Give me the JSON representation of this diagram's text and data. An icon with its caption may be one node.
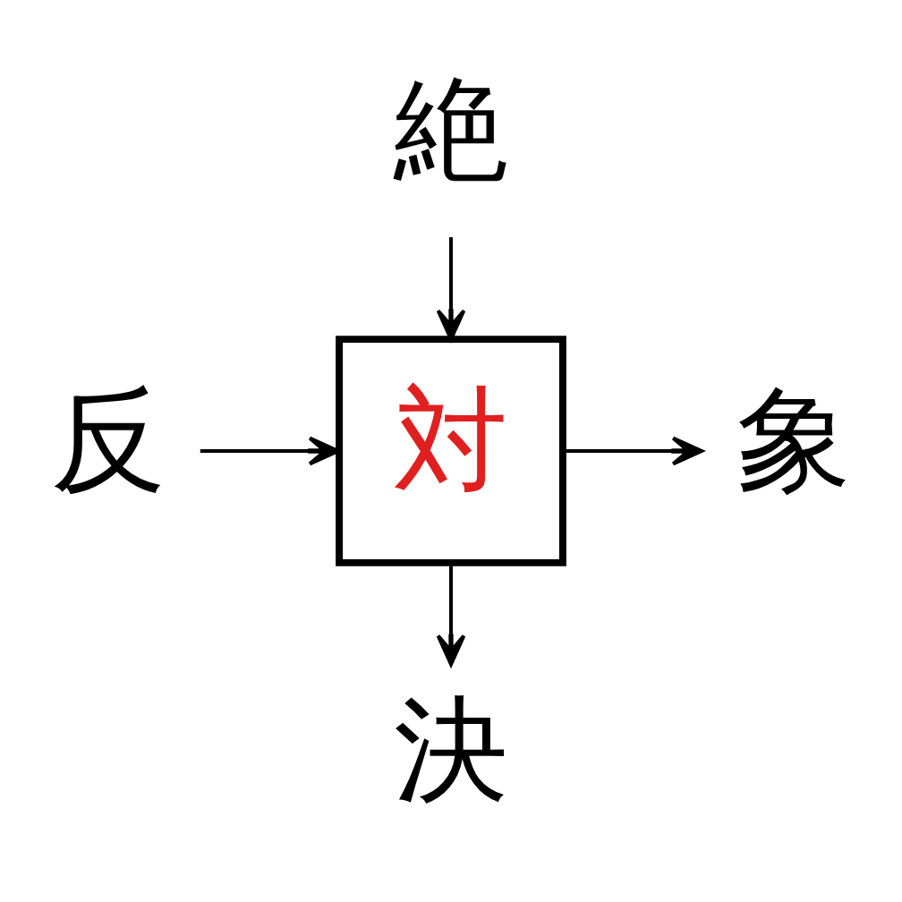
{
  "diagram": {
    "nodes": [
      {
        "text": [
          "絶"
        ]
      },
      {
        "text": [
          "反"
        ]
      },
      {
        "text": [
          "対"
        ]
      },
      {
        "text": [
          "象"
        ]
      },
      {
        "text": [
          "決"
        ]
      }
    ],
    "edges": [
      {
        "from": 0,
        "to": 2,
        "arrow": "to"
      },
      {
        "from": 1,
        "to": 2,
        "arrow": "to"
      },
      {
        "from": 2,
        "to": 3,
        "arrow": "to"
      },
      {
        "from": 2,
        "to": 4,
        "arrow": "to"
      }
    ]
  }
}
